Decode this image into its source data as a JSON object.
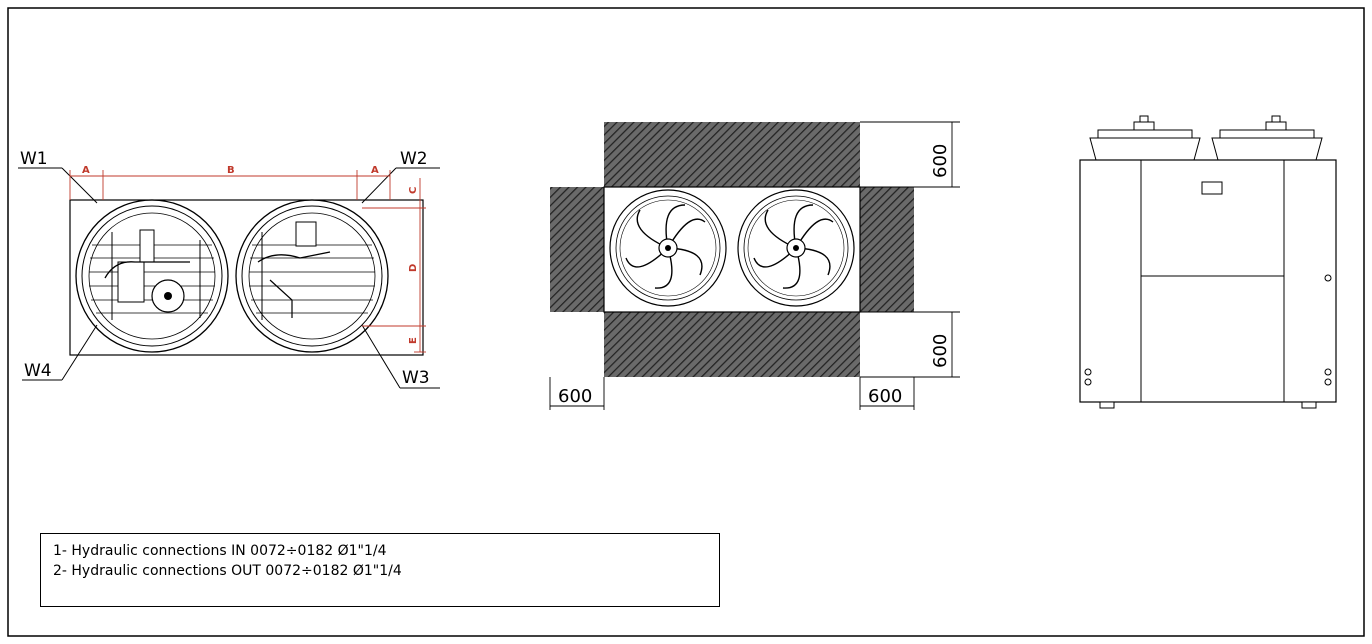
{
  "views": {
    "top": {
      "labels": {
        "w1": "W1",
        "w2": "W2",
        "w3": "W3",
        "w4": "W4"
      },
      "dims": {
        "a": "A",
        "b": "B",
        "c": "C",
        "d": "D",
        "e": "E"
      }
    },
    "clearance": {
      "top": "600",
      "bottom": "600",
      "left": "600",
      "right": "600"
    },
    "side": {}
  },
  "legend": {
    "line1": "1- Hydraulic connections IN 0072÷0182 Ø1\"1/4",
    "line2": "2- Hydraulic connections OUT 0072÷0182 Ø1\"1/4"
  },
  "colors": {
    "line": "#000000",
    "dimension": "#c0392b",
    "hatch": "#3a3a3a"
  }
}
